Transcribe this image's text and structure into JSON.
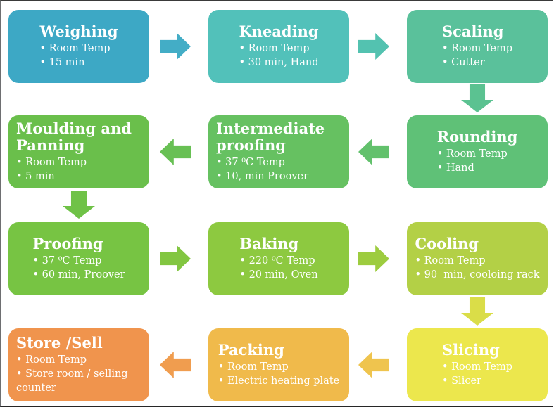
{
  "diagram": {
    "type": "process-flow",
    "boxes": [
      {
        "id": "weighing",
        "title": "Weighing",
        "bullets": [
          "Room Temp",
          "15 min"
        ],
        "color": "#3DA8C5"
      },
      {
        "id": "kneading",
        "title": "Kneading",
        "bullets": [
          "Room Temp",
          "30 min, Hand"
        ],
        "color": "#52C1BA"
      },
      {
        "id": "scaling",
        "title": "Scaling",
        "bullets": [
          "Room Temp",
          "Cutter"
        ],
        "color": "#5AC19B"
      },
      {
        "id": "rounding",
        "title": "Rounding",
        "bullets": [
          "Room Temp",
          "Hand"
        ],
        "color": "#5FC177"
      },
      {
        "id": "intermediate-proofing",
        "title": "Intermediate proofing",
        "bullets": [
          "37 ⁰C Temp",
          "10, min Proover"
        ],
        "color": "#66C161"
      },
      {
        "id": "moulding-and-panning",
        "title": "Moulding and Panning",
        "bullets": [
          "Room Temp",
          "5 min"
        ],
        "color": "#6ABF4B"
      },
      {
        "id": "proofing",
        "title": "Proofing",
        "bullets": [
          "37 ⁰C Temp",
          "60 min, Proover"
        ],
        "color": "#77C443"
      },
      {
        "id": "baking",
        "title": "Baking",
        "bullets": [
          "220 ⁰C Temp",
          "20 min, Oven"
        ],
        "color": "#8DC940"
      },
      {
        "id": "cooling",
        "title": "Cooling",
        "bullets": [
          "Room Temp",
          "90  min, cooloing rack"
        ],
        "color": "#B3D046"
      },
      {
        "id": "slicing",
        "title": "Slicing",
        "bullets": [
          "Room Temp",
          "Slicer"
        ],
        "color": "#ECE74D"
      },
      {
        "id": "packing",
        "title": "Packing",
        "bullets": [
          "Room Temp",
          "Electric heating plate"
        ],
        "color": "#F0BA4B"
      },
      {
        "id": "store-sell",
        "title": "Store /Sell",
        "bullets": [
          "Room Temp",
          "Store room / selling counter"
        ],
        "color": "#F0944D"
      }
    ],
    "arrows": [
      {
        "from": "weighing",
        "to": "kneading",
        "direction": "right",
        "color": "#43ADC6"
      },
      {
        "from": "kneading",
        "to": "scaling",
        "direction": "right",
        "color": "#53C2B0"
      },
      {
        "from": "scaling",
        "to": "rounding",
        "direction": "down",
        "color": "#5BC291"
      },
      {
        "from": "rounding",
        "to": "intermediate-proofing",
        "direction": "left",
        "color": "#62C16C"
      },
      {
        "from": "intermediate-proofing",
        "to": "moulding-and-panning",
        "direction": "left",
        "color": "#68C054"
      },
      {
        "from": "moulding-and-panning",
        "to": "proofing",
        "direction": "down",
        "color": "#6FC247"
      },
      {
        "from": "proofing",
        "to": "baking",
        "direction": "right",
        "color": "#82C641"
      },
      {
        "from": "baking",
        "to": "cooling",
        "direction": "right",
        "color": "#9DCC3F"
      },
      {
        "from": "cooling",
        "to": "slicing",
        "direction": "down",
        "color": "#DADD48"
      },
      {
        "from": "slicing",
        "to": "packing",
        "direction": "left",
        "color": "#EFC44E"
      },
      {
        "from": "packing",
        "to": "store-sell",
        "direction": "left",
        "color": "#F09D4F"
      }
    ]
  }
}
